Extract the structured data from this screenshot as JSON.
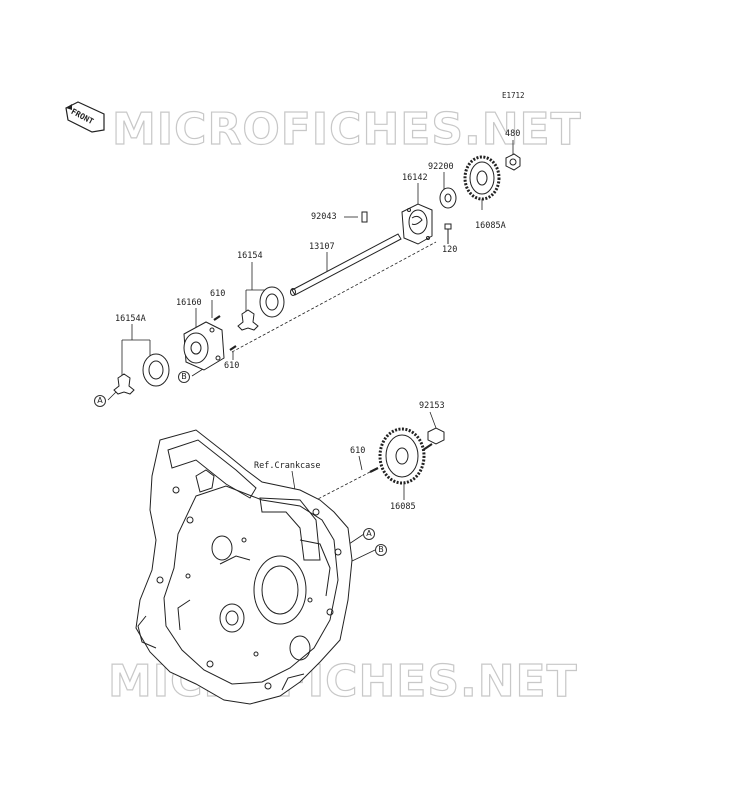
{
  "diagram": {
    "code": "E1712",
    "front_label": "FRONT",
    "watermark": "MICROFICHES.NET",
    "ref_note": "Ref.Crankcase",
    "ref_markers": {
      "a": "A",
      "b": "B"
    },
    "parts": {
      "p480": "480",
      "p92200": "92200",
      "p16142": "16142",
      "p16085a": "16085A",
      "p120": "120",
      "p92043": "92043",
      "p13107": "13107",
      "p16154": "16154",
      "p610a": "610",
      "p16160": "16160",
      "p610b": "610",
      "p16154a": "16154A",
      "p92153": "92153",
      "p610c": "610",
      "p16085": "16085"
    }
  },
  "colors": {
    "line": "#222222",
    "watermark": "#c8c8c8"
  }
}
